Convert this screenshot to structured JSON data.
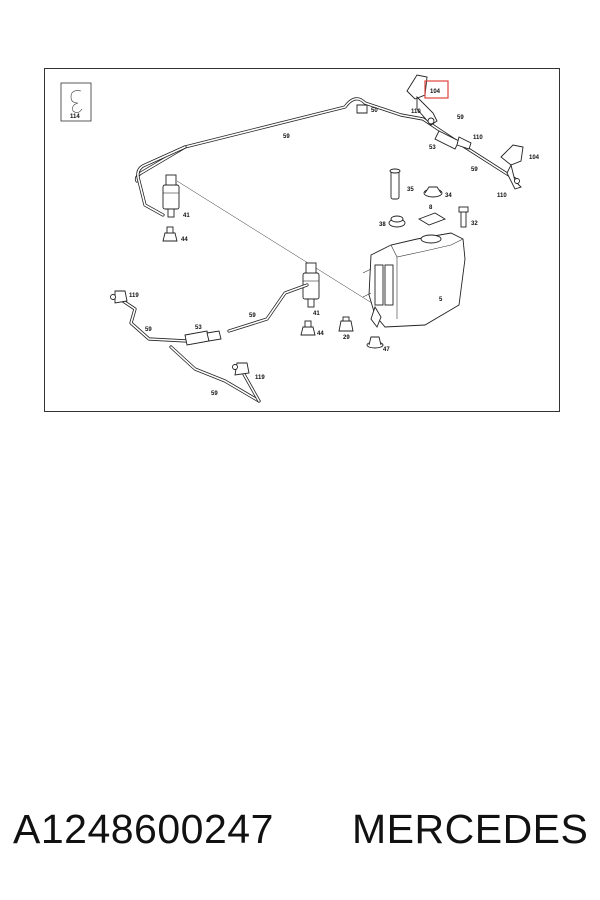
{
  "diagram": {
    "legend_code": "114",
    "highlighted_label": "104",
    "labels": {
      "l104_right": "104",
      "l110_a": "110",
      "l110_b": "110",
      "l110_c": "110",
      "l59_top": "59",
      "l59_mid": "59",
      "l59_right_a": "59",
      "l59_right_b": "59",
      "l59_left": "59",
      "l59_bottom": "59",
      "l50": "50",
      "l53_top": "53",
      "l53_bottom": "53",
      "l41_left": "41",
      "l41_mid": "41",
      "l44_left": "44",
      "l44_mid": "44",
      "l35": "35",
      "l34": "34",
      "l8": "8",
      "l38": "38",
      "l32": "32",
      "l5": "5",
      "l29": "29",
      "l47": "47",
      "l119_left": "119",
      "l119_bottom": "119"
    },
    "highlight_color": "#e0443c"
  },
  "footer": {
    "part_number": "A1248600247",
    "brand": "MERCEDES"
  }
}
